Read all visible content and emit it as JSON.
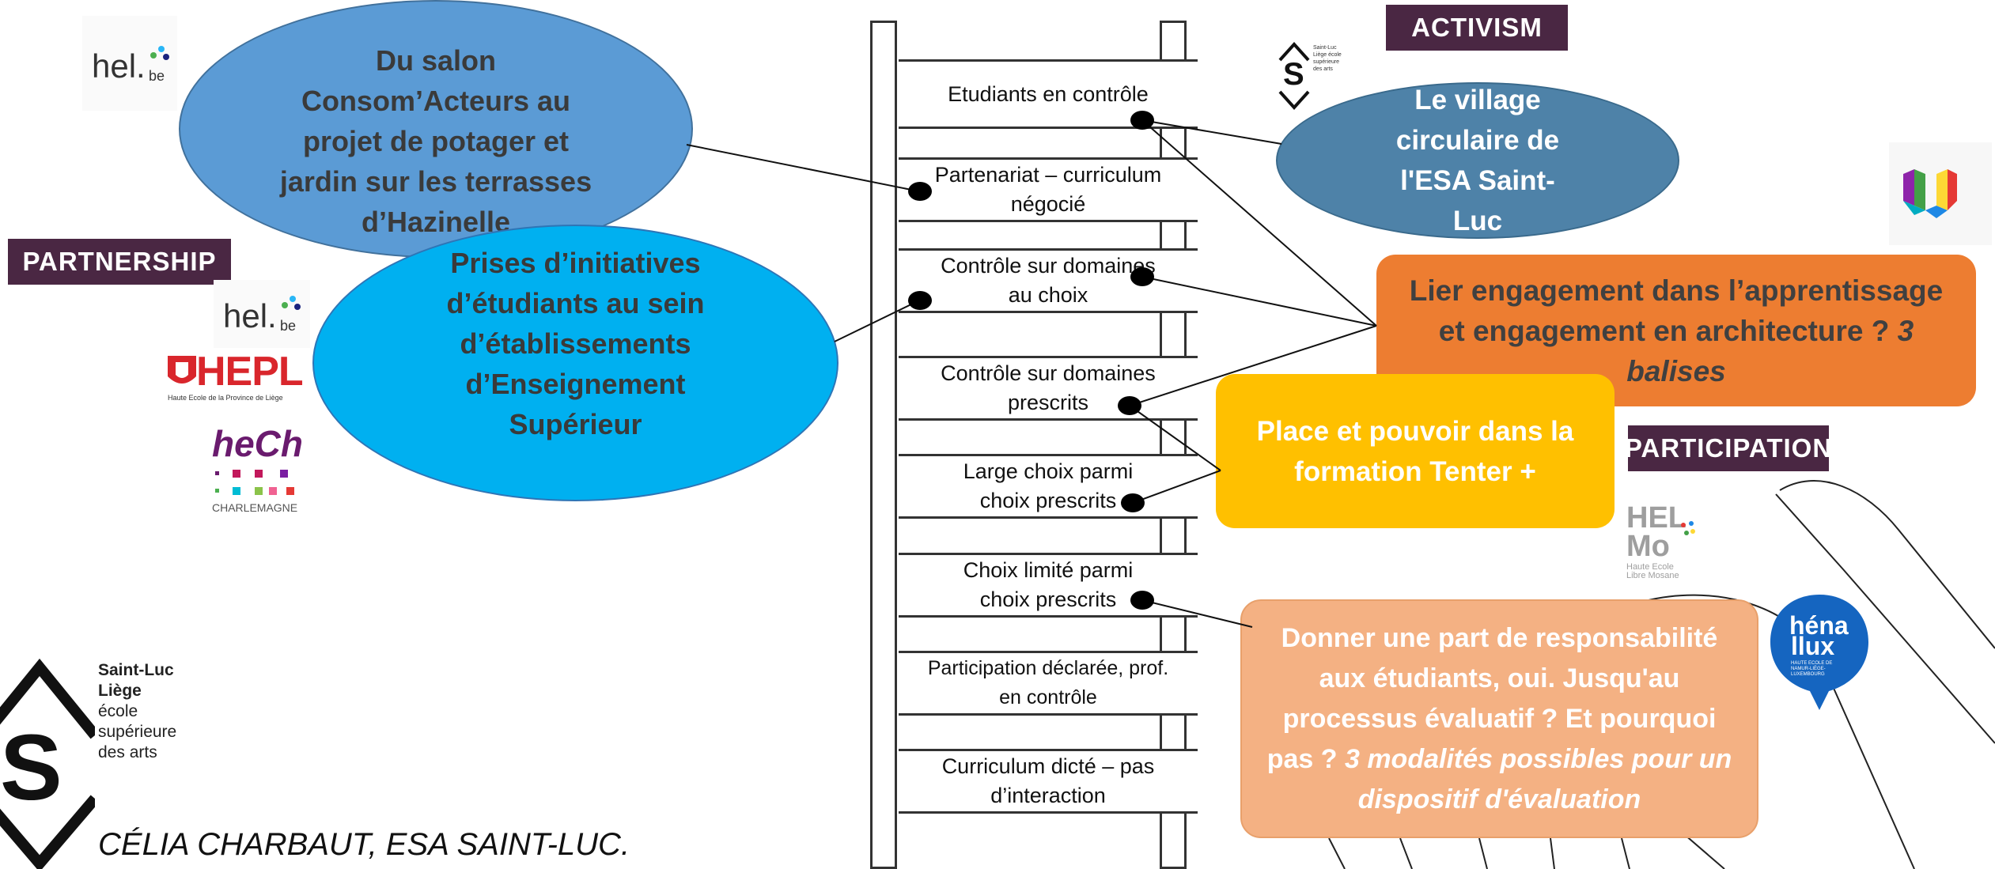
{
  "ladder": {
    "rungs": [
      "Etudiants en contrôle",
      "Partenariat – curriculum négocié",
      "Contrôle sur domaines au choix",
      "Contrôle sur domaines prescrits",
      "Large choix parmi choix prescrits",
      "Choix limité parmi choix prescrits",
      "Participation déclarée, prof. en contrôle",
      "Curriculum dicté – pas d’interaction"
    ]
  },
  "tags": {
    "activism": "ACTIVISM",
    "partnership": "PARTNERSHIP",
    "participation": "PARTICIPATION"
  },
  "bubbles": {
    "consom": "Du salon Consom’Acteurs au projet de potager et jardin sur les terrasses d’Hazinelle",
    "initiatives": "Prises d’initiatives d’étudiants au sein d’établissements d’Enseignement Supérieur",
    "village": "Le village circulaire de l'ESA Saint-Luc",
    "lier_main": "Lier engagement dans l’apprentissage et engagement en architecture ?",
    "lier_em": "3 balises",
    "place": "Place et pouvoir dans la formation Tenter +",
    "donner_main": "Donner une part de responsabilité aux étudiants, oui. Jusqu'au processus évaluatif ? Et pourquoi pas ?",
    "donner_em": "3 modalités possibles pour un dispositif d'évaluation"
  },
  "logos": {
    "hel": "hel.",
    "hel_be": "be",
    "hepl": "HEPL",
    "hepl_sub": "Haute Ecole de la Province de Liège",
    "hech": "heCh",
    "charlemagne": "CHARLEMAGNE",
    "helmo_1": "HEL",
    "helmo_2": "Mo",
    "helmo_sub": "Haute Ecole Libre Mosane",
    "henallux_1": "héna",
    "henallux_2": "llux",
    "henallux_sub": "HAUTE ECOLE DE NAMUR-LIÈGE-LUXEMBOURG",
    "saintluc_small": "Saint-Luc Liège école supérieure des arts",
    "saintluc_name1": "Saint-Luc",
    "saintluc_name2": "Liège",
    "saintluc_line1": "école",
    "saintluc_line2": "supérieure",
    "saintluc_line3": "des arts",
    "s_glyph": "S"
  },
  "author": "CÉLIA CHARBAUT, ESA SAINT-LUC.",
  "colors": {
    "consom": "#5b9bd5",
    "initiatives": "#00b0f0",
    "village": "#4e82a8",
    "lier": "#ed7d31",
    "place": "#ffc000",
    "donner": "#f4b183",
    "tag_bg": "#4a2743",
    "hepl_red": "#d9262c",
    "hech_purple": "#6a1b6e",
    "henallux_blue": "#1565c0"
  }
}
